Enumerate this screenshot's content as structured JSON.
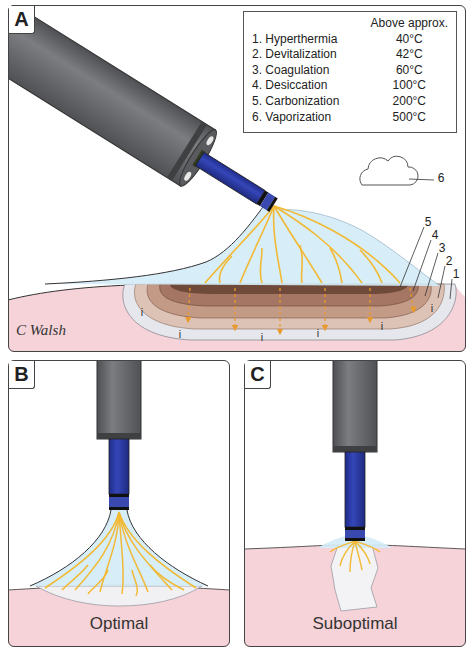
{
  "diagram": {
    "nodes": [
      {
        "text": [
          "A"
        ]
      },
      {
        "text": [
          "Above approx.",
          "1. Hyperthermia",
          "40°C",
          "2. Devitalization",
          "42°C",
          "3. Coagulation",
          "60°C",
          "4. Desiccation",
          "100°C",
          "5. Carbonization",
          "200°C",
          "6. Vaporization",
          "500°C"
        ],
        "in": 0
      },
      {
        "text": [
          "B",
          "Optimal"
        ]
      },
      {
        "text": [
          "C",
          "Suboptimal"
        ]
      }
    ],
    "labels": [
      "6",
      "5",
      "4",
      "3",
      "2",
      "1",
      "i",
      "i",
      "i",
      "i",
      "i",
      "i",
      "C Walsh"
    ]
  }
}
